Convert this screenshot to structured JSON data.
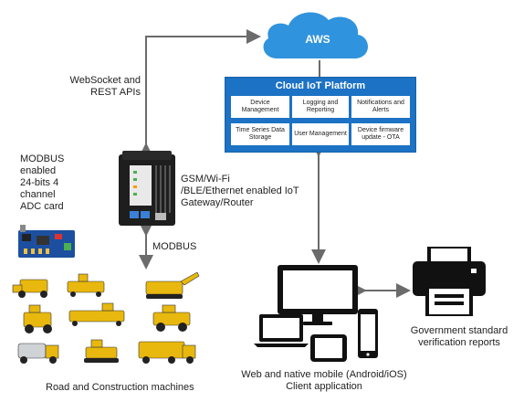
{
  "cloud": {
    "label": "AWS"
  },
  "platform": {
    "title": "Cloud IoT Platform",
    "modules": [
      "Device Management",
      "Logging and Reporting",
      "Notifications and Alerts",
      "Time Series Data Storage",
      "User Management",
      "Device firmware update - OTA"
    ]
  },
  "labels": {
    "websocket_line1": "WebSocket and",
    "websocket_line2": "REST APIs",
    "adc_lines": [
      "MODBUS",
      "enabled",
      "24-bits 4",
      "channel",
      "ADC card"
    ],
    "gateway_lines": [
      "GSM/Wi-Fi",
      "/BLE/Ethernet  enabled IoT",
      "Gateway/Router"
    ],
    "modbus": "MODBUS",
    "machines_caption": "Road and Construction machines",
    "client_line1": "Web and native mobile (Android/iOS)",
    "client_line2": "Client application",
    "reports_line1": "Government standard",
    "reports_line2": "verification reports"
  },
  "colors": {
    "platform_fill": "#1c72c4",
    "cloud_fill": "#2f93dd",
    "arrow": "#6b6b6b",
    "machine_yellow": "#e8b80e"
  },
  "icons": [
    "cloud-icon",
    "gateway-device-icon",
    "adc-card-icon",
    "construction-machines-icon",
    "monitor-icon",
    "laptop-icon",
    "tablet-icon",
    "phone-icon",
    "printer-icon"
  ]
}
